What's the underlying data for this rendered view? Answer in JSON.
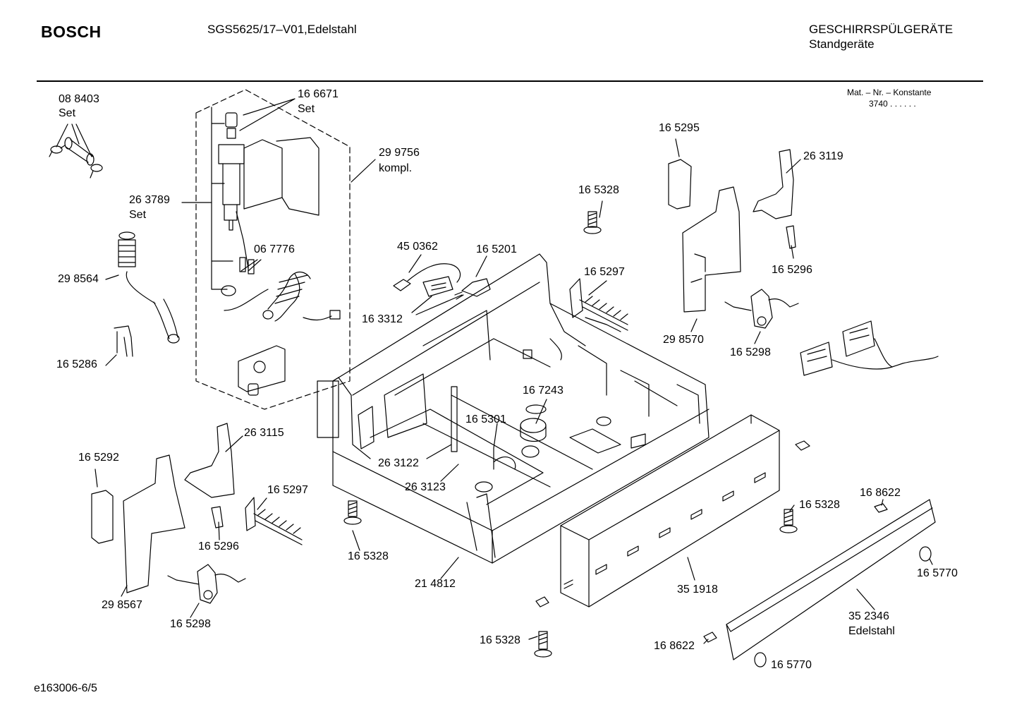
{
  "header": {
    "brand": "BOSCH",
    "model": "SGS5625/17–V01,Edelstahl",
    "category": "GESCHIRRSPÜLGERÄTE",
    "subcategory": "Standgeräte"
  },
  "constants": {
    "label": "Mat. – Nr. – Konstante",
    "value": "3740  .  .     .  .  .  ."
  },
  "footer": {
    "code": "e163006-6/5"
  },
  "parts": [
    {
      "id": "p1",
      "number": "08 8403",
      "note": "Set"
    },
    {
      "id": "p2",
      "number": "16 6671",
      "note": "Set"
    },
    {
      "id": "p3",
      "number": "29 9756",
      "note": "kompl."
    },
    {
      "id": "p4",
      "number": "26 3789",
      "note": "Set"
    },
    {
      "id": "p5",
      "number": "29 8564",
      "note": ""
    },
    {
      "id": "p6",
      "number": "06 7776",
      "note": ""
    },
    {
      "id": "p7",
      "number": "16 5286",
      "note": ""
    },
    {
      "id": "p8",
      "number": "45 0362",
      "note": ""
    },
    {
      "id": "p9",
      "number": "16 5201",
      "note": ""
    },
    {
      "id": "p10",
      "number": "16 3312",
      "note": ""
    },
    {
      "id": "p11",
      "number": "16 5328",
      "note": ""
    },
    {
      "id": "p12",
      "number": "16 5297",
      "note": ""
    },
    {
      "id": "p13",
      "number": "16 5295",
      "note": ""
    },
    {
      "id": "p14",
      "number": "26 3119",
      "note": ""
    },
    {
      "id": "p15",
      "number": "16 5296",
      "note": ""
    },
    {
      "id": "p16",
      "number": "29 8570",
      "note": ""
    },
    {
      "id": "p17",
      "number": "16 5298",
      "note": ""
    },
    {
      "id": "p18",
      "number": "16 7243",
      "note": ""
    },
    {
      "id": "p19",
      "number": "16 5301",
      "note": ""
    },
    {
      "id": "p20",
      "number": "26 3115",
      "note": ""
    },
    {
      "id": "p21",
      "number": "16 5292",
      "note": ""
    },
    {
      "id": "p22",
      "number": "26 3122",
      "note": ""
    },
    {
      "id": "p23",
      "number": "26 3123",
      "note": ""
    },
    {
      "id": "p24",
      "number": "16 5297",
      "note": ""
    },
    {
      "id": "p25",
      "number": "16 5296",
      "note": ""
    },
    {
      "id": "p26",
      "number": "29 8567",
      "note": ""
    },
    {
      "id": "p27",
      "number": "16 5298",
      "note": ""
    },
    {
      "id": "p28",
      "number": "16 5328",
      "note": ""
    },
    {
      "id": "p29",
      "number": "21 4812",
      "note": ""
    },
    {
      "id": "p30",
      "number": "16 5328",
      "note": ""
    },
    {
      "id": "p31",
      "number": "16 8622",
      "note": ""
    },
    {
      "id": "p32",
      "number": "16 5770",
      "note": ""
    },
    {
      "id": "p33",
      "number": "35 1918",
      "note": ""
    },
    {
      "id": "p34",
      "number": "16 5328",
      "note": ""
    },
    {
      "id": "p35",
      "number": "16 8622",
      "note": ""
    },
    {
      "id": "p36",
      "number": "35 2346",
      "note": "Edelstahl"
    },
    {
      "id": "p37",
      "number": "16 5770",
      "note": ""
    }
  ]
}
